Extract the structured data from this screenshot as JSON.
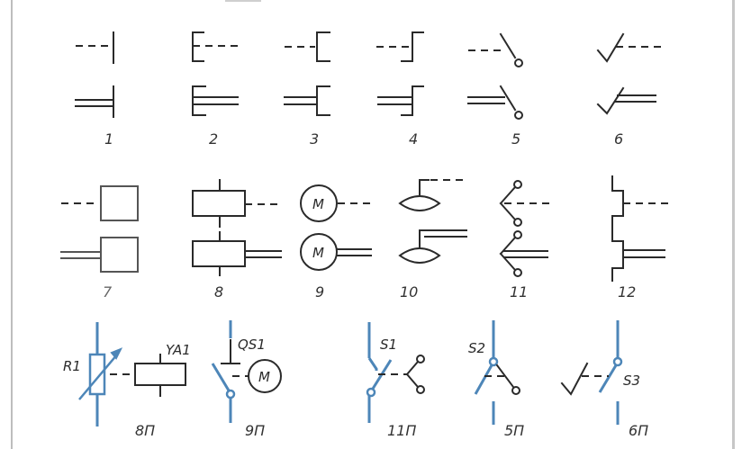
{
  "labels": {
    "s1": "1",
    "s2": "2",
    "s3": "3",
    "s4": "4",
    "s5": "5",
    "s6": "6",
    "s7": "7",
    "s8": "8",
    "s9": "9",
    "s10": "10",
    "s11": "11",
    "s12": "12",
    "b8p": "8П",
    "b9p": "9П",
    "b11p": "11П",
    "b5p": "5П",
    "b6p": "6П"
  },
  "designators": {
    "r1": "R1",
    "ya1": "YA1",
    "qs1": "QS1",
    "s1": "S1",
    "s2": "S2",
    "s3": "S3",
    "motor": "M"
  },
  "colors": {
    "ink": "#2a2a2a",
    "blue": "#4d86b8"
  }
}
